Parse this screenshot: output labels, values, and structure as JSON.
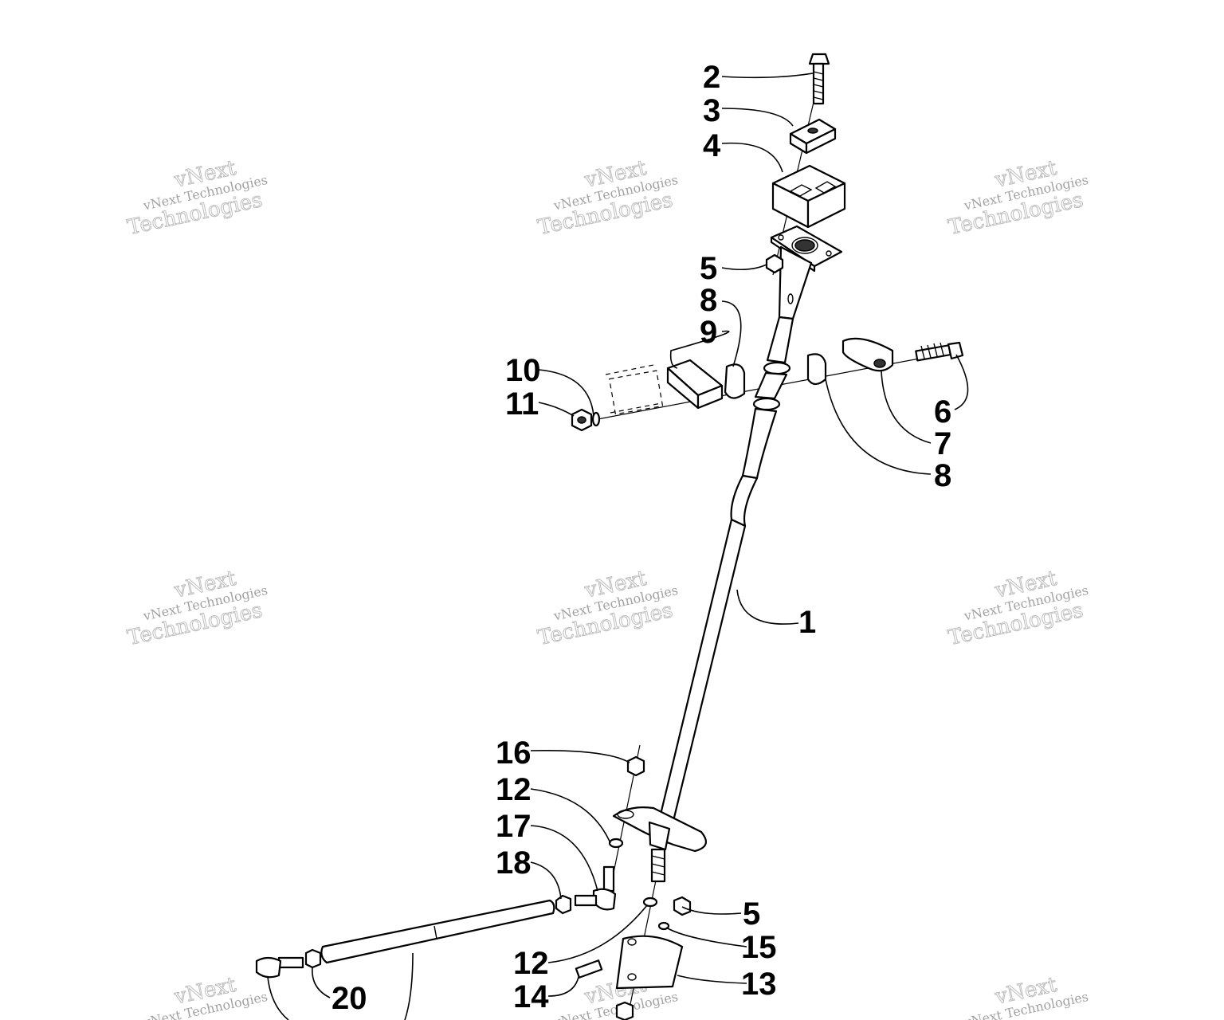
{
  "watermark": {
    "line1": "vNext Technologies",
    "line2": "vNext",
    "line3": "Technologies"
  },
  "callouts": {
    "c1": "1",
    "c2": "2",
    "c3": "3",
    "c4": "4",
    "c5a": "5",
    "c5b": "5",
    "c6": "6",
    "c7": "7",
    "c8a": "8",
    "c8b": "8",
    "c9": "9",
    "c10": "10",
    "c11": "11",
    "c12a": "12",
    "c12b": "12",
    "c13": "13",
    "c14": "14",
    "c15": "15",
    "c16": "16",
    "c17": "17",
    "c18": "18",
    "c20": "20"
  }
}
